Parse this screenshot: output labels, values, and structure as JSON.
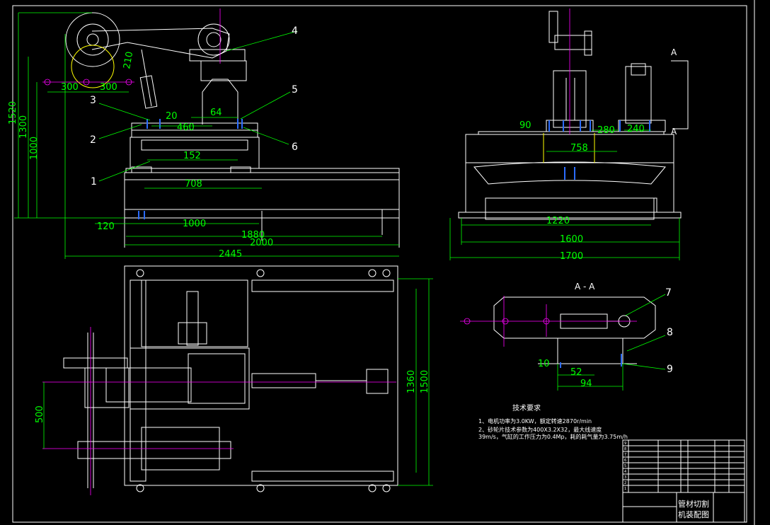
{
  "front_view": {
    "dims": {
      "d300a": "300",
      "d300b": "300",
      "d210": "210",
      "d20": "20",
      "d64": "64",
      "d460": "460",
      "d152": "152",
      "d708": "708",
      "d120": "120",
      "d1000h": "1000",
      "d1880": "1880",
      "d2000": "2000",
      "d2445": "2445",
      "d1520": "1520",
      "d1300": "1300",
      "d1000v": "1000"
    },
    "balloons": {
      "b1": "1",
      "b2": "2",
      "b3": "3",
      "b4": "4",
      "b5": "5",
      "b6": "6"
    }
  },
  "side_view": {
    "dims": {
      "d90": "90",
      "d280": "280",
      "d240": "240",
      "d758": "758",
      "d1220": "1220",
      "d1600": "1600",
      "d1700": "1700"
    },
    "section_mark_top": "A",
    "section_mark_bottom": "A"
  },
  "top_view": {
    "dims": {
      "d500": "500",
      "d1360": "1360",
      "d1500": "1500"
    }
  },
  "section_aa": {
    "title": "A - A",
    "dims": {
      "d10": "10",
      "d52": "52",
      "d94": "94"
    },
    "balloons": {
      "b7": "7",
      "b8": "8",
      "b9": "9"
    }
  },
  "tech_requirements": {
    "heading": "技术要求",
    "line1": "1、电机功率为3.0KW，额定转速2870r/min",
    "line2": "2、砂轮片技术参数为400X3.2X32，最大线速度",
    "line3": "39m/s，气缸的工作压力为0.4Mp，耗的耗气量为3.75m/h"
  },
  "title_block": {
    "row_numbers": [
      "9",
      "8",
      "7",
      "6",
      "5",
      "4",
      "3",
      "2",
      "1"
    ],
    "title_line1": "管材切割",
    "title_line2": "机装配图"
  },
  "colors": {
    "background": "#000000",
    "outline": "#ffffff",
    "dimension": "#00ff00",
    "centerline": "#ff00ff",
    "hidden": "#ffff00",
    "part": "#00ffff",
    "bolt": "#2b6cff"
  }
}
